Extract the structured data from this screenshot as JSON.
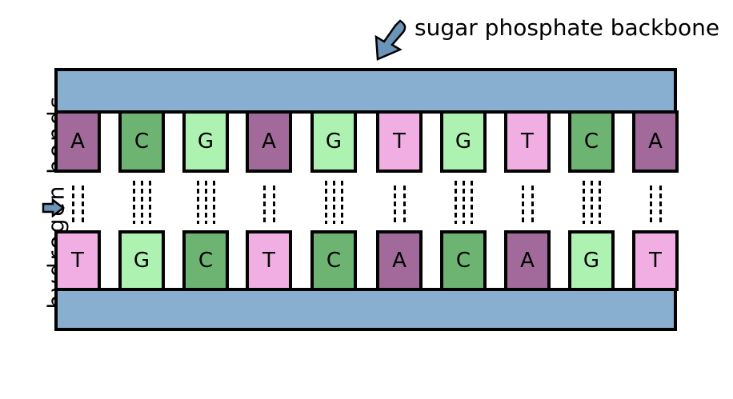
{
  "labels": {
    "backbone": "sugar phosphate backbone",
    "hydrogen_bonds": "hydrogen bonds"
  },
  "colors": {
    "A": "#a26a9a",
    "C": "#6db473",
    "G": "#adf2b0",
    "T": "#f0aee2",
    "backbone": "#89afd0",
    "arrow": "#6a94b8"
  },
  "top_strand": [
    "A",
    "C",
    "G",
    "A",
    "G",
    "T",
    "G",
    "T",
    "C",
    "A"
  ],
  "bottom_strand": [
    "T",
    "G",
    "C",
    "T",
    "C",
    "A",
    "C",
    "A",
    "G",
    "T"
  ],
  "bond_counts": [
    2,
    3,
    3,
    2,
    3,
    2,
    3,
    2,
    3,
    2
  ]
}
